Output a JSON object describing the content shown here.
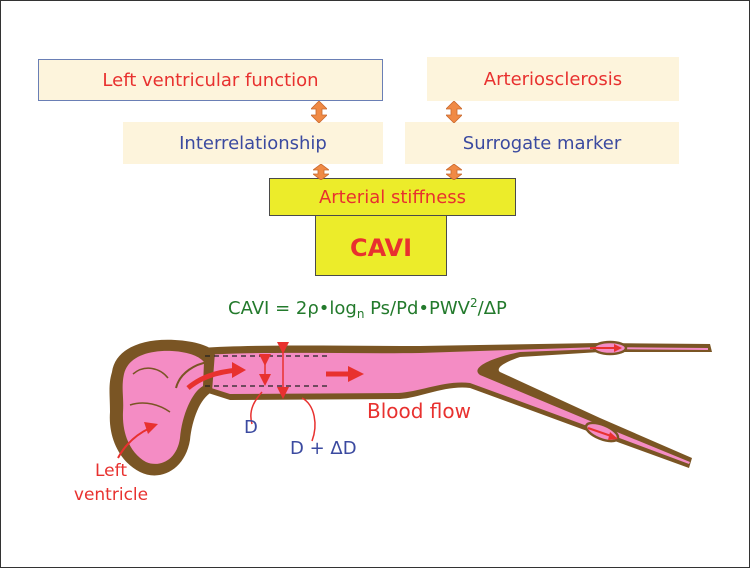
{
  "boxes": {
    "left_ventricular_function": "Left ventricular function",
    "arteriosclerosis": "Arteriosclerosis",
    "interrelationship": "Interrelationship",
    "surrogate_marker": "Surrogate marker",
    "arterial_stiffness": "Arterial stiffness",
    "cavi": "CAVI"
  },
  "formula": {
    "lhs": "CAVI = 2ρ•log",
    "sub": "n",
    "mid": " Ps/Pd•PWV",
    "sup": "2",
    "rhs": "/ΔP"
  },
  "labels": {
    "blood_flow": "Blood flow",
    "d": "D",
    "d_plus_delta": "D + ΔD",
    "left_ventricle_line1": "Left",
    "left_ventricle_line2": "ventricle"
  },
  "colors": {
    "red_text": "#e8312f",
    "blue_text": "#3b4aa0",
    "green_text": "#237a2c",
    "box_beige": "#fdf4dc",
    "box_yellow": "#ecec2a",
    "vessel_fill": "#f48cc4",
    "vessel_wall": "#7a5524",
    "arrow_orange": "#f08a45"
  }
}
